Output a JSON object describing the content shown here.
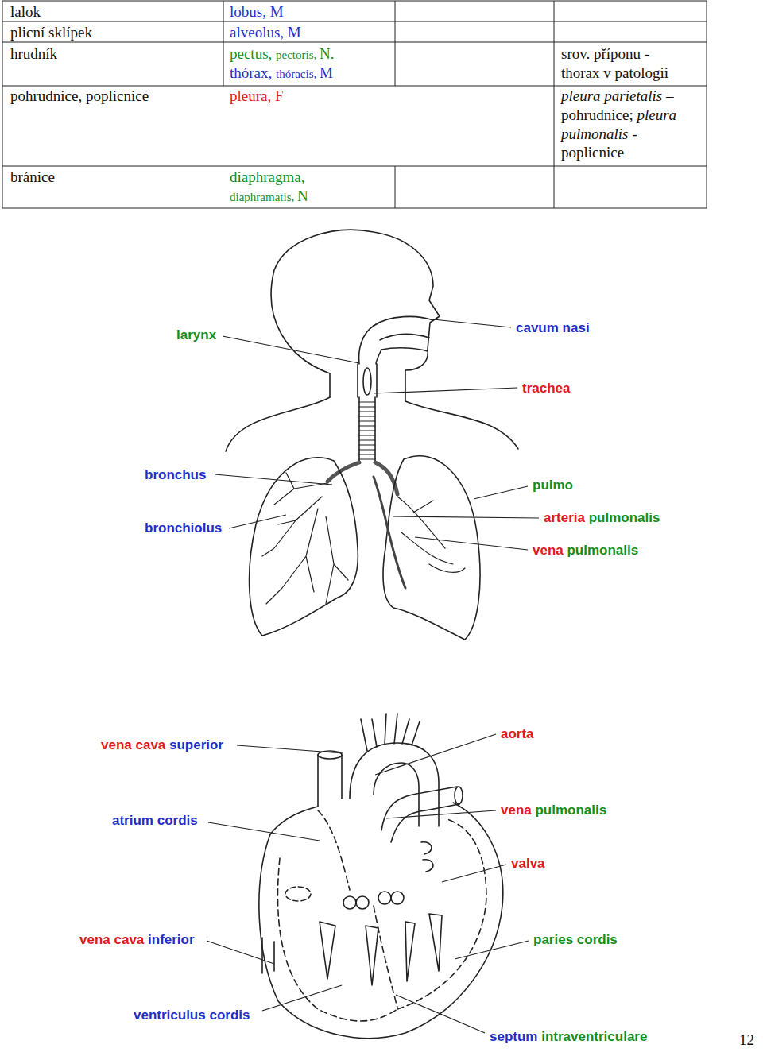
{
  "diagram": {
    "labels": [
      "lalok",
      "lobus, M",
      "plicní sklípek",
      "alveolus, M",
      "hrudník",
      "pectus, pectoris, N. thórax, thóracis, M",
      "srov. příponu - thorax v patologii",
      "pohrudnice, poplicnice",
      "pleura, F",
      "pleura parietalis – pohrudnice; pleura pulmonalis - poplicnice",
      "bránice",
      "diaphragma, diaphramatis, N",
      "larynx",
      "cavum nasi",
      "trachea",
      "bronchus",
      "pulmo",
      "bronchiolus",
      "arteria pulmonalis",
      "vena pulmonalis",
      "vena cava superior",
      "aorta",
      "atrium cordis",
      "vena pulmonalis",
      "valva",
      "vena cava inferior",
      "paries cordis",
      "ventriculus cordis",
      "septum intraventriculare",
      "12"
    ]
  }
}
